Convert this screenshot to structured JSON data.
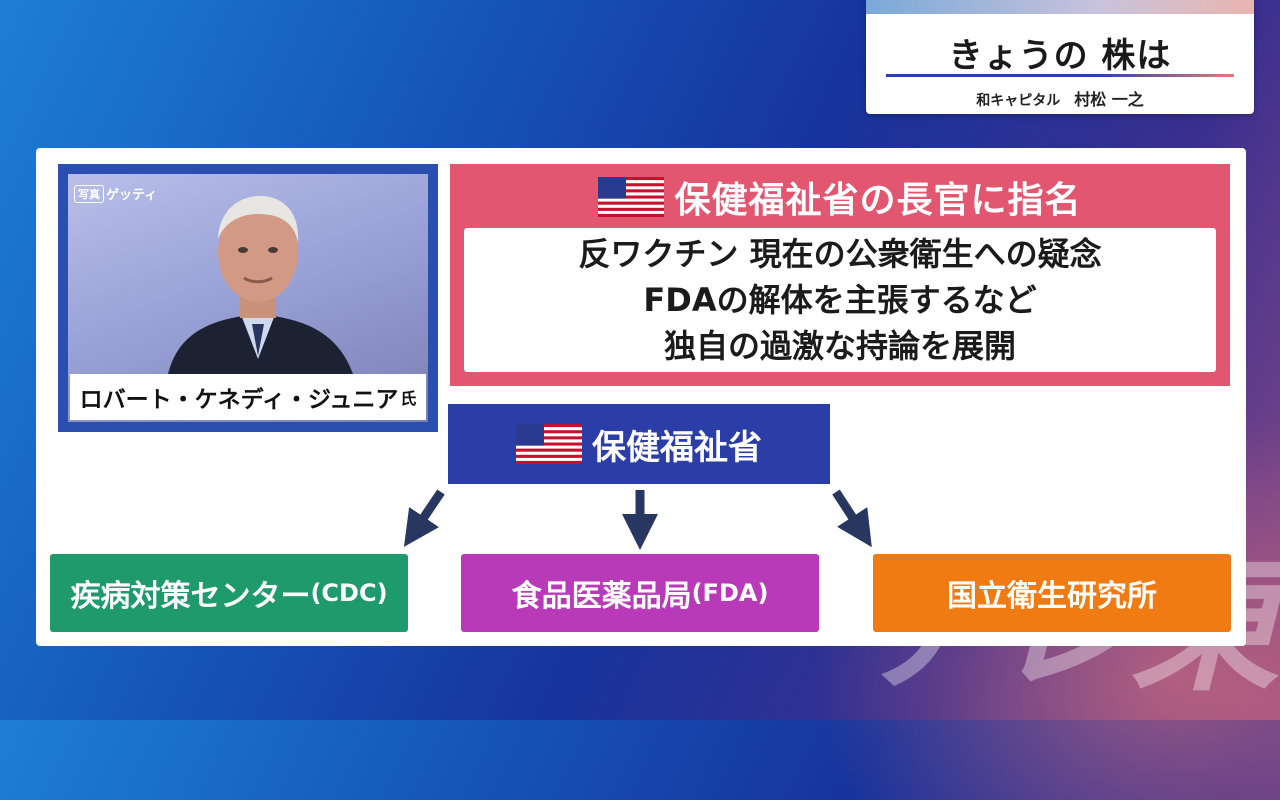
{
  "segment": {
    "title": "きょうの 株は",
    "company": "和キャピタル",
    "presenter": "村松 一之"
  },
  "photo": {
    "credit_tag": "写真",
    "credit": "ゲッティ",
    "caption_name": "ロバート・ケネディ・ジュニア",
    "caption_suffix": "氏"
  },
  "nomination": {
    "title": "保健福祉省の長官に指名",
    "lines": [
      "反ワクチン 現在の公衆衛生への疑念",
      "FDAの解体を主張するなど",
      "独自の過激な持論を展開"
    ]
  },
  "department": {
    "label": "保健福祉省"
  },
  "agencies": [
    {
      "name": "疾病対策センター",
      "abbr": "(CDC)",
      "color": "#1e9a6c"
    },
    {
      "name": "食品医薬品局",
      "abbr": "(FDA)",
      "color": "#b83ab8"
    },
    {
      "name": "国立衛生研究所",
      "abbr": "",
      "color": "#f07b12"
    }
  ],
  "watermark": "テレ東",
  "colors": {
    "nomination_bg": "#e25670",
    "department_bg": "#2b3ea8",
    "photo_frame": "#2b4fb0"
  }
}
